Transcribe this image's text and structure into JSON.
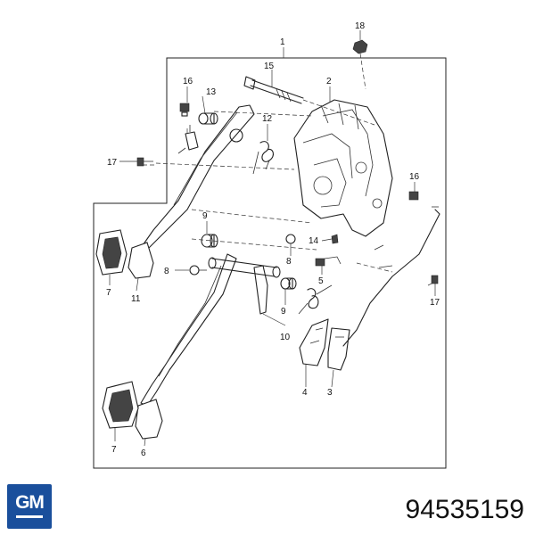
{
  "diagram": {
    "callouts": {
      "c1": "1",
      "c2": "2",
      "c3": "3",
      "c4": "4",
      "c5": "5",
      "c6": "6",
      "c7a": "7",
      "c7b": "7",
      "c8a": "8",
      "c8b": "8",
      "c9a": "9",
      "c9b": "9",
      "c10": "10",
      "c11": "11",
      "c12": "12",
      "c13": "13",
      "c14": "14",
      "c15": "15",
      "c16a": "16",
      "c16b": "16",
      "c17a": "17",
      "c17b": "17",
      "c18": "18"
    }
  },
  "footer": {
    "logo_text": "GM",
    "part_number": "94535159"
  },
  "colors": {
    "logo_background": "#1a4f9c",
    "line": "#222222"
  }
}
